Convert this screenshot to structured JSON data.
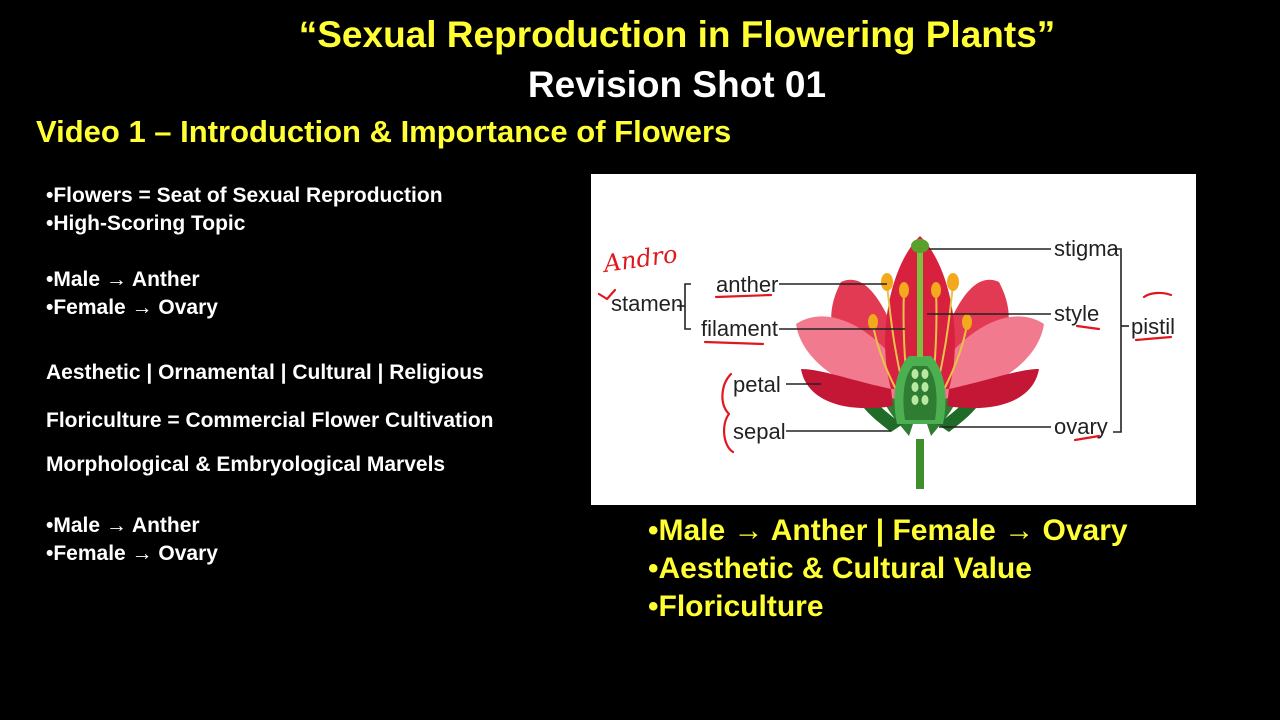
{
  "header": {
    "title": "“Sexual Reproduction in Flowering Plants”",
    "subtitle": "Revision Shot 01",
    "video_heading": "Video 1 – Introduction & Importance of Flowers"
  },
  "notes": {
    "group1": [
      "•Flowers = Seat of Sexual Reproduction",
      "•High-Scoring Topic"
    ],
    "group2": [
      "•Male → Anther",
      "•Female → Ovary"
    ],
    "line_values": "Aesthetic | Ornamental | Cultural | Religious",
    "line_floriculture": "Floriculture = Commercial Flower Cultivation",
    "line_marvels": "Morphological & Embryological Marvels",
    "group3": [
      "•Male → Anther",
      "•Female → Ovary"
    ]
  },
  "diagram": {
    "labels": {
      "stamen": "stamen",
      "anther": "anther",
      "filament": "filament",
      "petal": "petal",
      "sepal": "sepal",
      "stigma": "stigma",
      "style": "style",
      "pistil": "pistil",
      "ovary": "ovary"
    },
    "handwritten_note": "Andro",
    "colors": {
      "petal": "#d8203f",
      "petal_light": "#f27a8e",
      "sepal": "#2e7d32",
      "ovary": "#4caf50",
      "anther": "#f2a91b",
      "ink": "#e0181e"
    }
  },
  "summary": [
    "•Male → Anther | Female → Ovary",
    "•Aesthetic & Cultural Value",
    "•Floriculture"
  ],
  "colors": {
    "background": "#000000",
    "title": "#ffff33",
    "body_text": "#ffffff"
  }
}
